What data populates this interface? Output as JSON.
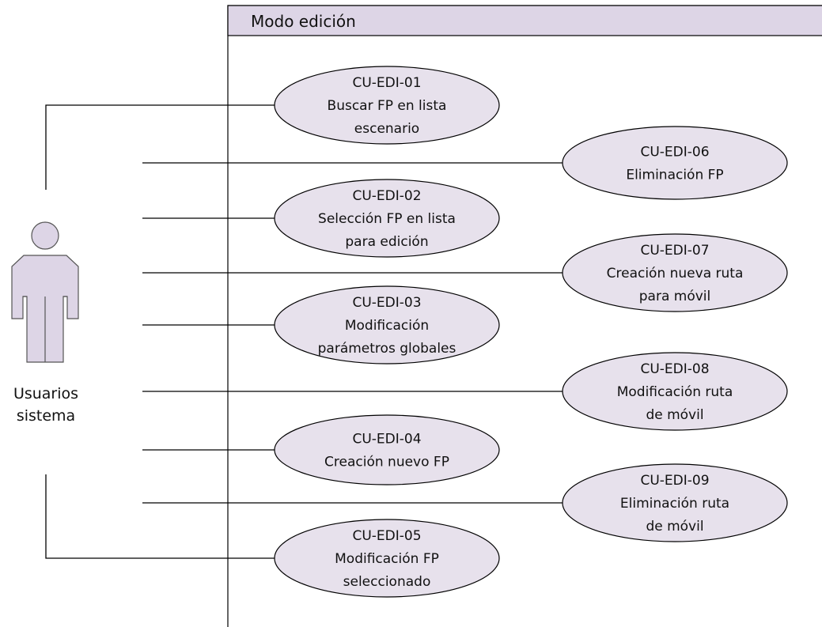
{
  "boundary": {
    "title": "Modo edición",
    "header_color": "#ddd5e6",
    "fill_color": "#ffffff"
  },
  "actor": {
    "label_lines": [
      "Usuarios",
      "sistema"
    ],
    "icon": "person-icon",
    "fill_color": "#ddd5e6"
  },
  "use_cases": [
    {
      "id": "CU-EDI-01",
      "lines": [
        "CU-EDI-01",
        "Buscar FP en lista",
        "escenario"
      ]
    },
    {
      "id": "CU-EDI-02",
      "lines": [
        "CU-EDI-02",
        "Selección FP en lista",
        "para edición"
      ]
    },
    {
      "id": "CU-EDI-03",
      "lines": [
        "CU-EDI-03",
        "Modificación",
        "parámetros globales"
      ]
    },
    {
      "id": "CU-EDI-04",
      "lines": [
        "CU-EDI-04",
        "Creación nuevo FP"
      ]
    },
    {
      "id": "CU-EDI-05",
      "lines": [
        "CU-EDI-05",
        "Modificación FP",
        "seleccionado"
      ]
    },
    {
      "id": "CU-EDI-06",
      "lines": [
        "CU-EDI-06",
        "Eliminación FP"
      ]
    },
    {
      "id": "CU-EDI-07",
      "lines": [
        "CU-EDI-07",
        "Creación nueva ruta",
        "para móvil"
      ]
    },
    {
      "id": "CU-EDI-08",
      "lines": [
        "CU-EDI-08",
        "Modificación ruta",
        "de móvil"
      ]
    },
    {
      "id": "CU-EDI-09",
      "lines": [
        "CU-EDI-09",
        "Eliminación ruta",
        "de móvil"
      ]
    }
  ],
  "colors": {
    "ellipse_fill": "#e7e1ec",
    "stroke": "#000000"
  }
}
